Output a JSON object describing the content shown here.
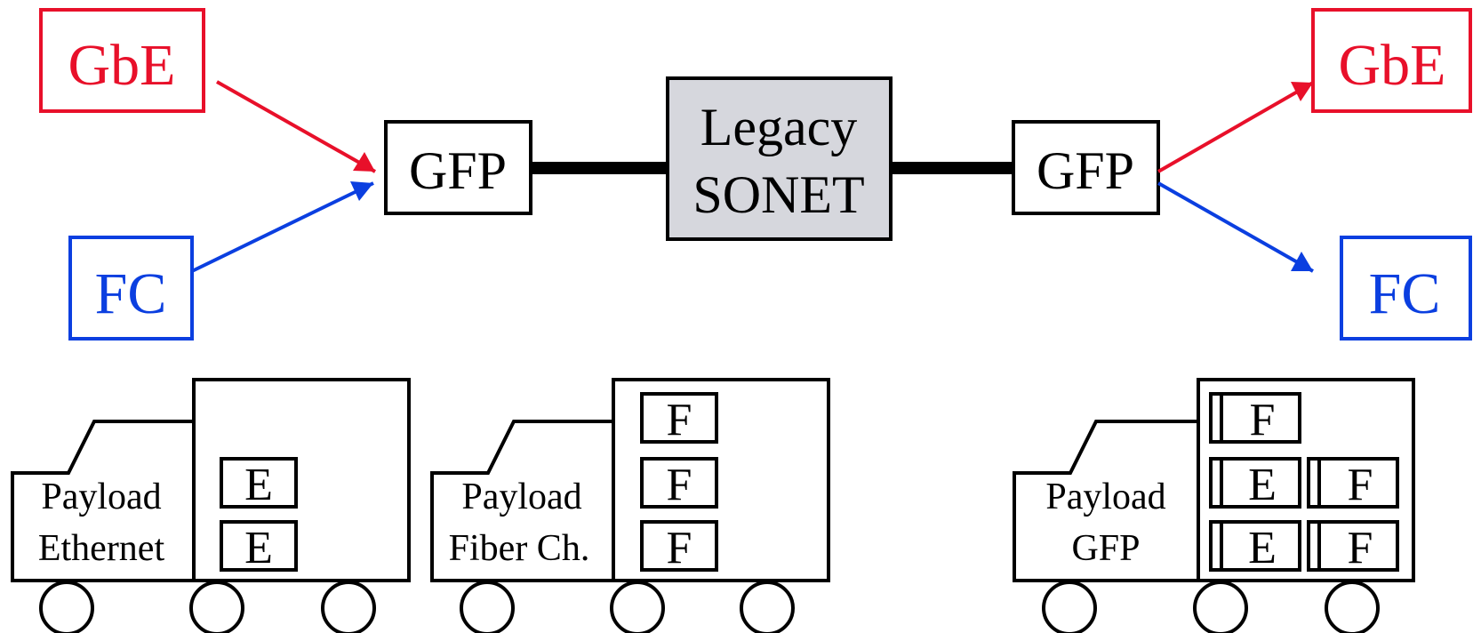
{
  "colors": {
    "gbe": "#e8102a",
    "fc": "#0b3fe0",
    "line": "#000000",
    "sonet_fill": "#d6d7dd"
  },
  "top": {
    "left_gbe": "GbE",
    "left_fc": "FC",
    "left_gfp": "GFP",
    "sonet_line1": "Legacy",
    "sonet_line2": "SONET",
    "right_gfp": "GFP",
    "right_gbe": "GbE",
    "right_fc": "FC"
  },
  "trucks": [
    {
      "cab_line1": "Payload",
      "cab_line2": "Ethernet",
      "cargo": [
        "E",
        "E"
      ]
    },
    {
      "cab_line1": "Payload",
      "cab_line2": "Fiber Ch.",
      "cargo": [
        "F",
        "F",
        "F"
      ]
    },
    {
      "cab_line1": "Payload",
      "cab_line2": "GFP",
      "cargo": [
        "F",
        "E",
        "F",
        "E",
        "F"
      ]
    }
  ]
}
